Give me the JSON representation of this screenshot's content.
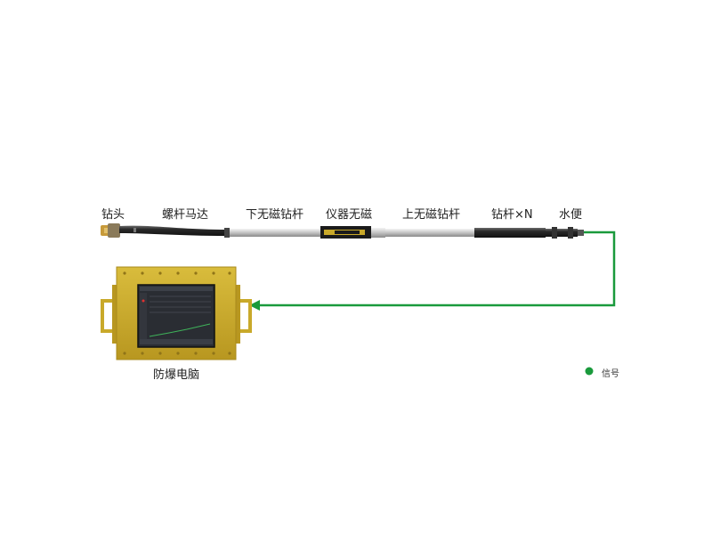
{
  "labels": {
    "bit": "钻头",
    "motor": "螺杆马达",
    "lower_nonmag": "下无磁钻杆",
    "instrument": "仪器无磁",
    "upper_nonmag": "上无磁钻杆",
    "drill_rods": "钻杆×N",
    "swivel": "水便",
    "computer": "防爆电脑"
  },
  "legend": {
    "label": "信号",
    "color": "#1a9a3c"
  },
  "colors": {
    "signal": "#1a9a3c",
    "enclosure": "#c9a92a",
    "screen": "#2a2d33"
  }
}
